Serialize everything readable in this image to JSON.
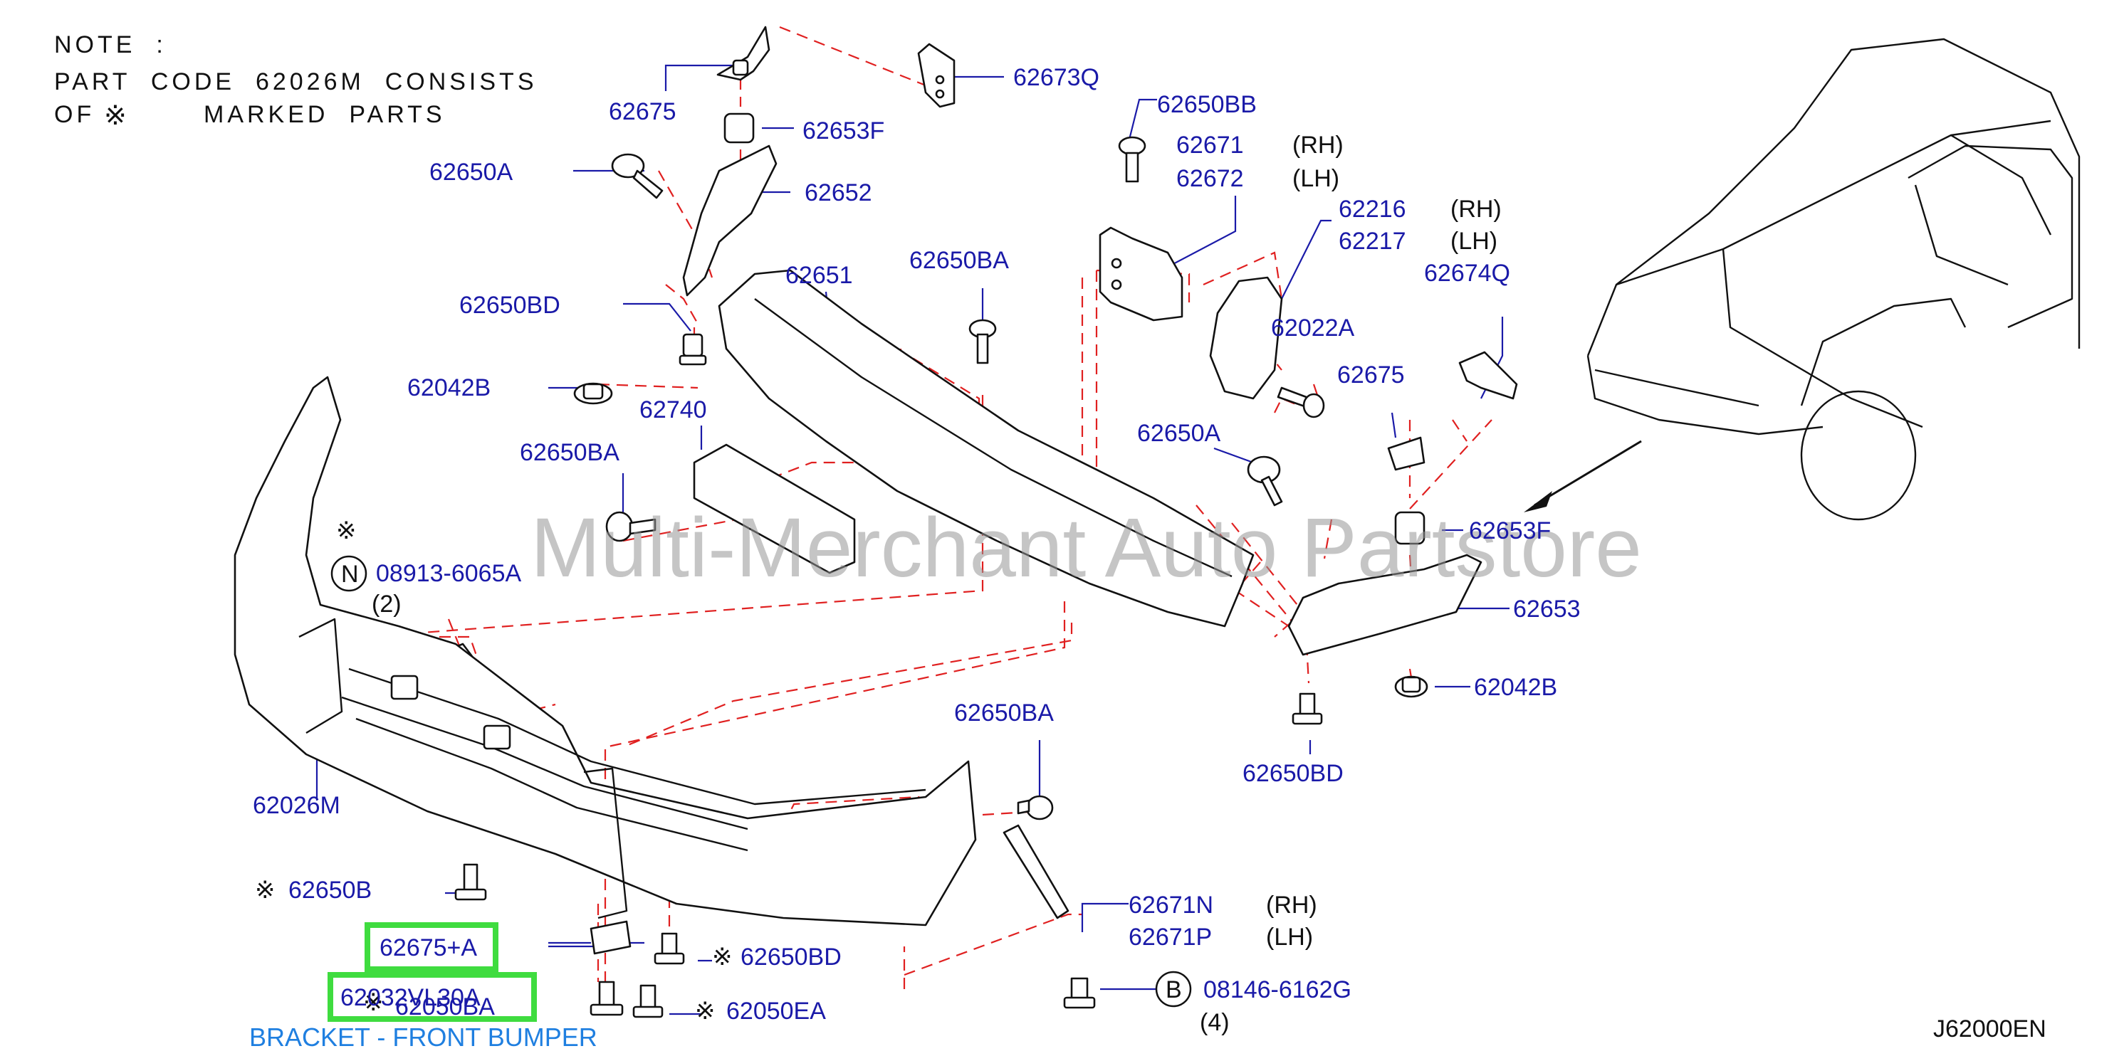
{
  "note": {
    "line1": "NOTE  :",
    "line2": "PART  CODE  62026M  CONSISTS",
    "line3_prefix": "OF",
    "line3_mark": "※",
    "line3_suffix": "MARKED  PARTS"
  },
  "symbols": {
    "mark": "※",
    "n_circle": "N",
    "b_circle": "B"
  },
  "parts": {
    "p62675_top": "62675",
    "p62673Q": "62673Q",
    "p62653F_top": "62653F",
    "p62650A_left": "62650A",
    "p62652": "62652",
    "p62650BD_top": "62650BD",
    "p62042B_left": "62042B",
    "p62651": "62651",
    "p62650BA_top": "62650BA",
    "p62740": "62740",
    "p62650BA_left": "62650BA",
    "p08913": "08913-6065A",
    "p08913_qty": "(2)",
    "p62026M": "62026M",
    "p62650B": "62650B",
    "p62675A": "62675+A",
    "p62032": "62032VL30A",
    "p62050BA": "62050BA",
    "p62650BD_bottom": "62650BD",
    "p62050EA": "62050EA",
    "p62650BB": "62650BB",
    "p62671": "62671",
    "p62672": "62672",
    "p62216": "62216",
    "p62217": "62217",
    "p62674Q": "62674Q",
    "p62022A": "62022A",
    "p62675_right": "62675",
    "p62650A_right": "62650A",
    "p62653F_right": "62653F",
    "p62653": "62653",
    "p62042B_right": "62042B",
    "p62650BD_right": "62650BD",
    "p62650BA_bottom": "62650BA",
    "p62671N": "62671N",
    "p62671P": "62671P",
    "p08146": "08146-6162G",
    "p08146_qty": "(4)"
  },
  "sides": {
    "rh": "(RH)",
    "lh": "(LH)"
  },
  "watermark": "Multi-Merchant Auto Partstore",
  "caption": "BRACKET - FRONT BUMPER",
  "diagram_code": "J62000EN",
  "colors": {
    "part_label": "#1a1aa8",
    "leader": "#1a1aa8",
    "dashed": "#e02020",
    "highlight": "#3fdc3f",
    "caption": "#1f7fe0"
  }
}
